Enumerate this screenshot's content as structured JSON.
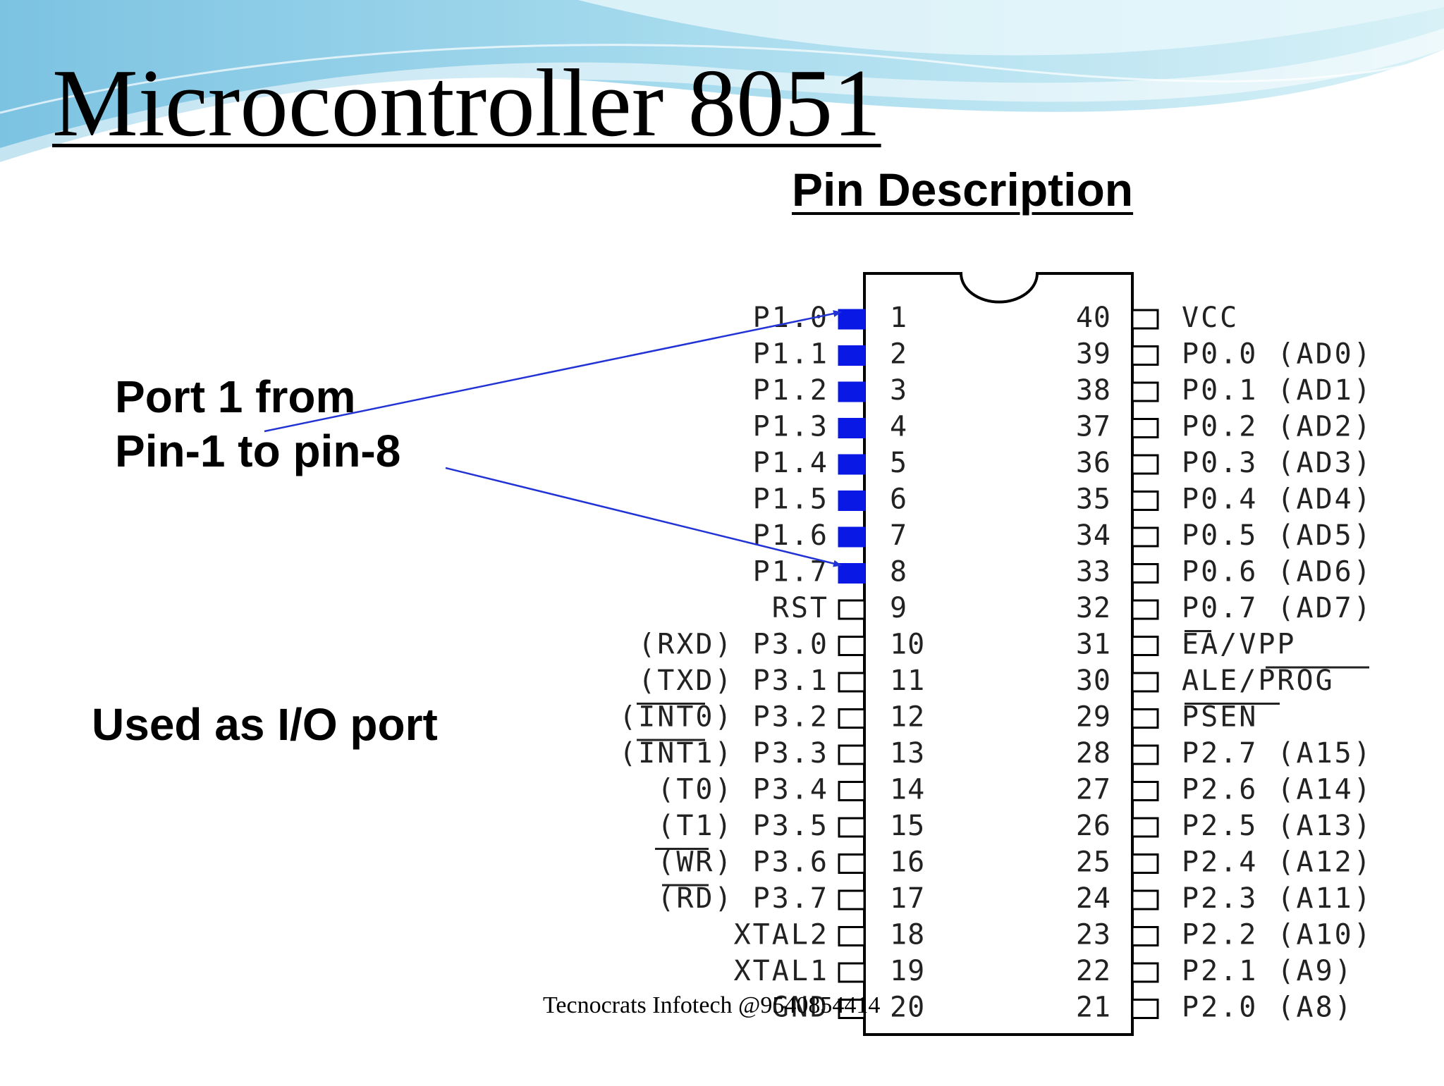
{
  "slide": {
    "title": "Microcontroller 8051",
    "subtitle": "Pin Description",
    "callout_port1_line1": "Port 1 from",
    "callout_port1_line2": "Pin-1 to pin-8",
    "callout_usage": "Used as I/O port",
    "footer": "Tecnocrats Infotech @9540854414"
  },
  "colors": {
    "highlight_pin": "#0a18e6",
    "arrow": "#2233d6",
    "header_swoosh_dark": "#6fb8dd",
    "header_swoosh_light": "#bfe6f2"
  },
  "chip": {
    "highlighted_pins": [
      1,
      2,
      3,
      4,
      5,
      6,
      7,
      8
    ],
    "left_pins": [
      {
        "num": "1",
        "label": "P1.0"
      },
      {
        "num": "2",
        "label": "P1.1"
      },
      {
        "num": "3",
        "label": "P1.2"
      },
      {
        "num": "4",
        "label": "P1.3"
      },
      {
        "num": "5",
        "label": "P1.4"
      },
      {
        "num": "6",
        "label": "P1.5"
      },
      {
        "num": "7",
        "label": "P1.6"
      },
      {
        "num": "8",
        "label": "P1.7"
      },
      {
        "num": "9",
        "label": "RST"
      },
      {
        "num": "10",
        "label": "(RXD) P3.0"
      },
      {
        "num": "11",
        "label": "(TXD) P3.1"
      },
      {
        "num": "12",
        "label": "(INT0) P3.2"
      },
      {
        "num": "13",
        "label": "(INT1) P3.3"
      },
      {
        "num": "14",
        "label": "(T0) P3.4"
      },
      {
        "num": "15",
        "label": "(T1) P3.5"
      },
      {
        "num": "16",
        "label": "(WR) P3.6"
      },
      {
        "num": "17",
        "label": "(RD) P3.7"
      },
      {
        "num": "18",
        "label": "XTAL2"
      },
      {
        "num": "19",
        "label": "XTAL1"
      },
      {
        "num": "20",
        "label": "GND"
      }
    ],
    "right_pins": [
      {
        "num": "40",
        "label": "VCC"
      },
      {
        "num": "39",
        "label": "P0.0 (AD0)"
      },
      {
        "num": "38",
        "label": "P0.1 (AD1)"
      },
      {
        "num": "37",
        "label": "P0.2 (AD2)"
      },
      {
        "num": "36",
        "label": "P0.3 (AD3)"
      },
      {
        "num": "35",
        "label": "P0.4 (AD4)"
      },
      {
        "num": "34",
        "label": "P0.5 (AD5)"
      },
      {
        "num": "33",
        "label": "P0.6 (AD6)"
      },
      {
        "num": "32",
        "label": "P0.7 (AD7)"
      },
      {
        "num": "31",
        "label": "EA/VPP"
      },
      {
        "num": "30",
        "label": "ALE/PROG"
      },
      {
        "num": "29",
        "label": "PSEN"
      },
      {
        "num": "28",
        "label": "P2.7 (A15)"
      },
      {
        "num": "27",
        "label": "P2.6 (A14)"
      },
      {
        "num": "26",
        "label": "P2.5 (A13)"
      },
      {
        "num": "25",
        "label": "P2.4 (A12)"
      },
      {
        "num": "24",
        "label": "P2.3 (A11)"
      },
      {
        "num": "23",
        "label": "P2.2 (A10)"
      },
      {
        "num": "22",
        "label": "P2.1 (A9)"
      },
      {
        "num": "21",
        "label": "P2.0 (A8)"
      }
    ]
  }
}
